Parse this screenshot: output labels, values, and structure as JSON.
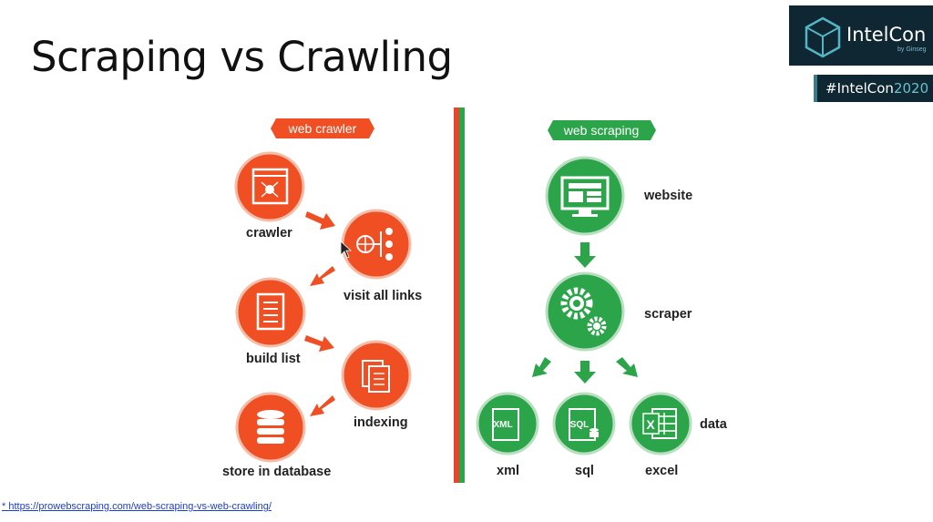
{
  "slide": {
    "title": "Scraping vs Crawling",
    "footer_link": "* https://prowebscraping.com/web-scraping-vs-web-crawling/"
  },
  "branding": {
    "logo_text": "IntelCon",
    "logo_sub": "by Ginseg",
    "hashtag_prefix": "#IntelCon",
    "hashtag_year": "2020"
  },
  "crawler": {
    "header": "web crawler",
    "steps": [
      "crawler",
      "visit all links",
      "build list",
      "indexing",
      "store in database"
    ]
  },
  "scraping": {
    "header": "web scraping",
    "website": "website",
    "scraper": "scraper",
    "outputs": [
      "xml",
      "sql",
      "excel"
    ],
    "data_label": "data",
    "icon_texts": [
      "XML",
      "SQL",
      "X"
    ]
  },
  "colors": {
    "crawler_orange": "#f04e23",
    "scraping_green": "#2ba44a",
    "divider_red": "#e8452c",
    "divider_green": "#2ba44a"
  }
}
